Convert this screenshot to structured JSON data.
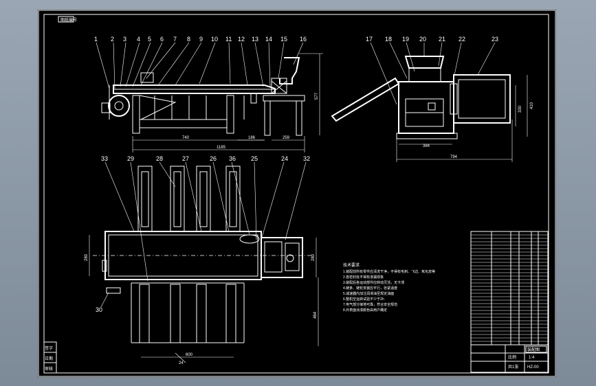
{
  "drawing": {
    "title_stamp": "图纸编号",
    "balloons": [
      "1",
      "2",
      "3",
      "4",
      "5",
      "6",
      "7",
      "8",
      "9",
      "10",
      "11",
      "12",
      "13",
      "14",
      "15",
      "16",
      "17",
      "18",
      "19",
      "20",
      "21",
      "22",
      "23",
      "33",
      "29",
      "28",
      "27",
      "26",
      "36",
      "25",
      "24",
      "32",
      "30"
    ],
    "dims": {
      "d740": "740",
      "d1185": "1185",
      "d186": "186",
      "d259": "259",
      "d577": "577",
      "d384": "384",
      "d794": "794",
      "d330": "330",
      "d410": "410",
      "d280a": "280",
      "d280b": "280",
      "d464": "464",
      "d600": "600",
      "d24": "24"
    },
    "tech_notes": {
      "title": "技术要求",
      "lines": [
        "1.装配前所有零件应清洗干净，不得有毛刺、飞边、氧化皮等",
        "2.各密封处不得有渗漏现象",
        "3.装配后各运动部件应转动灵活，无卡滞",
        "4.链条、链轮安装应平行，张紧适度",
        "5.减速器内加注润滑油至规定油面",
        "6.整机空运转试验不少于2h",
        "7.电气部分接地可靠，符合安全规范",
        "8.外表面涂漆颜色由用户确定"
      ]
    },
    "title_block": {
      "scale_label": "比例",
      "scale": "1:4",
      "drawing_no": "HZ-00",
      "sheet": "共1张",
      "name": "装配图"
    },
    "left_strip": [
      "签字",
      "日期",
      "审核"
    ]
  }
}
